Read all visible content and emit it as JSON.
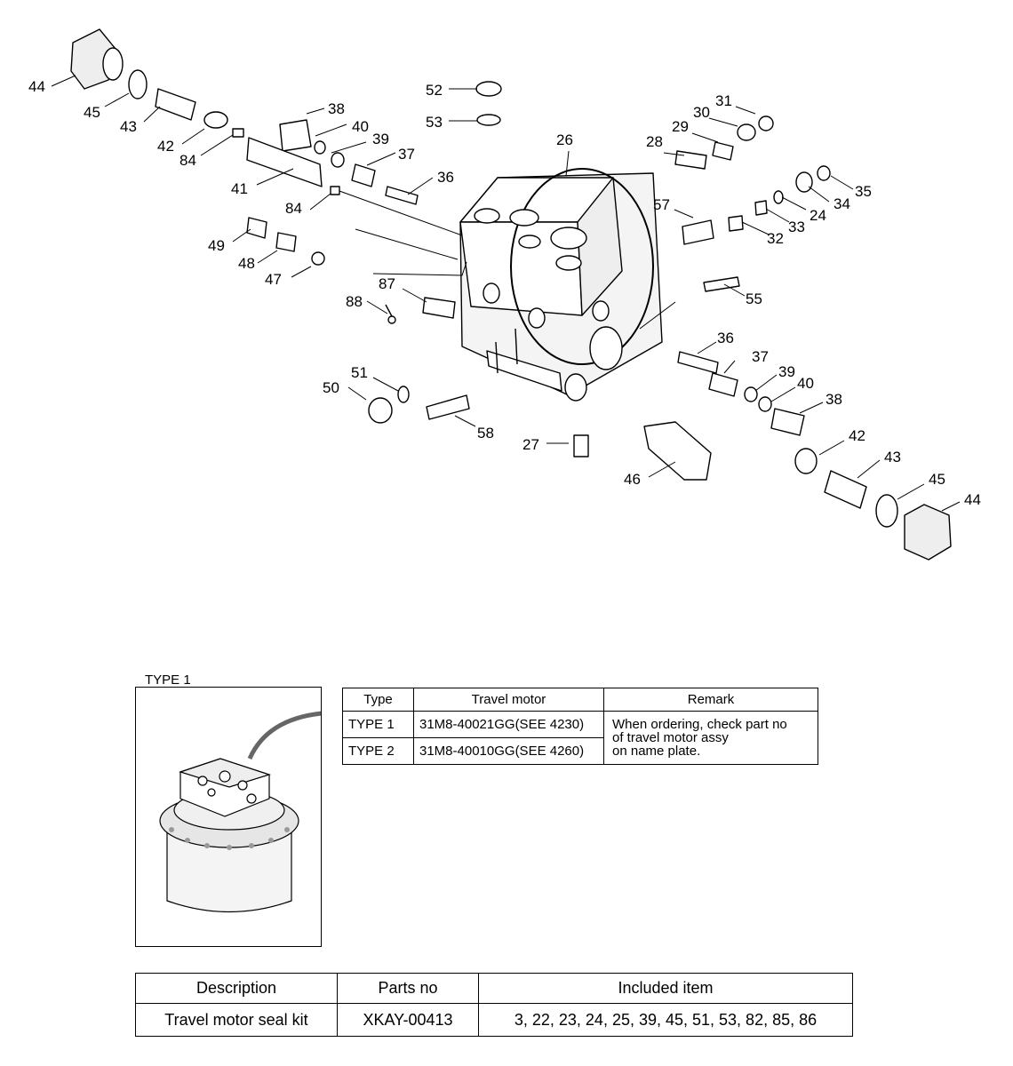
{
  "callouts": [
    {
      "id": "c44a",
      "text": "44"
    },
    {
      "id": "c45a",
      "text": "45"
    },
    {
      "id": "c43a",
      "text": "43"
    },
    {
      "id": "c42a",
      "text": "42"
    },
    {
      "id": "c84a",
      "text": "84"
    },
    {
      "id": "c38a",
      "text": "38"
    },
    {
      "id": "c40a",
      "text": "40"
    },
    {
      "id": "c39a",
      "text": "39"
    },
    {
      "id": "c37a",
      "text": "37"
    },
    {
      "id": "c41",
      "text": "41"
    },
    {
      "id": "c84b",
      "text": "84"
    },
    {
      "id": "c36a",
      "text": "36"
    },
    {
      "id": "c49",
      "text": "49"
    },
    {
      "id": "c48",
      "text": "48"
    },
    {
      "id": "c47",
      "text": "47"
    },
    {
      "id": "c52",
      "text": "52"
    },
    {
      "id": "c53",
      "text": "53"
    },
    {
      "id": "c26",
      "text": "26"
    },
    {
      "id": "c28",
      "text": "28"
    },
    {
      "id": "c29",
      "text": "29"
    },
    {
      "id": "c30",
      "text": "30"
    },
    {
      "id": "c31",
      "text": "31"
    },
    {
      "id": "c57",
      "text": "57"
    },
    {
      "id": "c32",
      "text": "32"
    },
    {
      "id": "c33",
      "text": "33"
    },
    {
      "id": "c24",
      "text": "24"
    },
    {
      "id": "c34",
      "text": "34"
    },
    {
      "id": "c35",
      "text": "35"
    },
    {
      "id": "c87",
      "text": "87"
    },
    {
      "id": "c88",
      "text": "88"
    },
    {
      "id": "c55",
      "text": "55"
    },
    {
      "id": "c36b",
      "text": "36"
    },
    {
      "id": "c37b",
      "text": "37"
    },
    {
      "id": "c39b",
      "text": "39"
    },
    {
      "id": "c40b",
      "text": "40"
    },
    {
      "id": "c38b",
      "text": "38"
    },
    {
      "id": "c51",
      "text": "51"
    },
    {
      "id": "c50",
      "text": "50"
    },
    {
      "id": "c58",
      "text": "58"
    },
    {
      "id": "c27",
      "text": "27"
    },
    {
      "id": "c46",
      "text": "46"
    },
    {
      "id": "c42b",
      "text": "42"
    },
    {
      "id": "c43b",
      "text": "43"
    },
    {
      "id": "c45b",
      "text": "45"
    },
    {
      "id": "c44b",
      "text": "44"
    }
  ],
  "inset": {
    "caption": "TYPE 1"
  },
  "type_table": {
    "headers": [
      "Type",
      "Travel motor",
      "Remark"
    ],
    "rows": [
      {
        "type": "TYPE 1",
        "motor": "31M8-40021GG(SEE 4230)"
      },
      {
        "type": "TYPE 2",
        "motor": "31M8-40010GG(SEE 4260)"
      }
    ],
    "remark_lines": [
      "When ordering, check part no",
      "of travel motor assy",
      "on name plate."
    ]
  },
  "kit_table": {
    "headers": [
      "Description",
      "Parts no",
      "Included item"
    ],
    "row": {
      "description": "Travel motor seal kit",
      "parts_no": "XKAY-00413",
      "included": "3, 22, 23, 24, 25, 39, 45, 51, 53, 82, 85, 86"
    }
  }
}
